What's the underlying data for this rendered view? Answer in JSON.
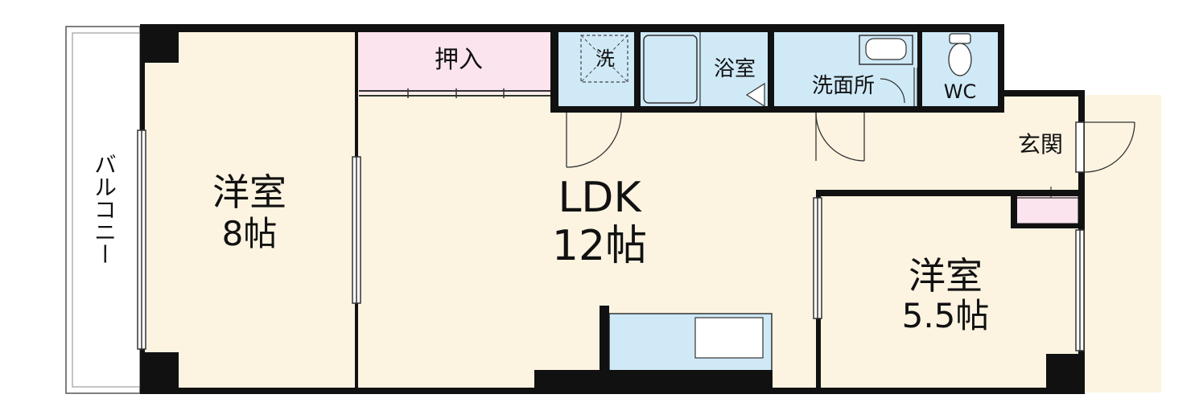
{
  "colors": {
    "wall": "#111111",
    "room": "#fcf4e1",
    "wet": "#cfe9f7",
    "storage": "#fbe4ee",
    "balcony": "#ffffff",
    "line": "#333333"
  },
  "rooms": {
    "western_8": {
      "name": "洋室",
      "size": "8帖"
    },
    "ldk": {
      "name": "LDK",
      "size": "12帖"
    },
    "western_55": {
      "name": "洋室",
      "size": "5.5帖"
    },
    "closet": {
      "name": "押入"
    },
    "washer": {
      "name": "洗"
    },
    "bath": {
      "name": "浴室"
    },
    "washroom": {
      "name": "洗面所"
    },
    "toilet": {
      "name": "WC"
    },
    "entrance": {
      "name": "玄関"
    },
    "balcony": {
      "name": "バルコニー"
    }
  }
}
